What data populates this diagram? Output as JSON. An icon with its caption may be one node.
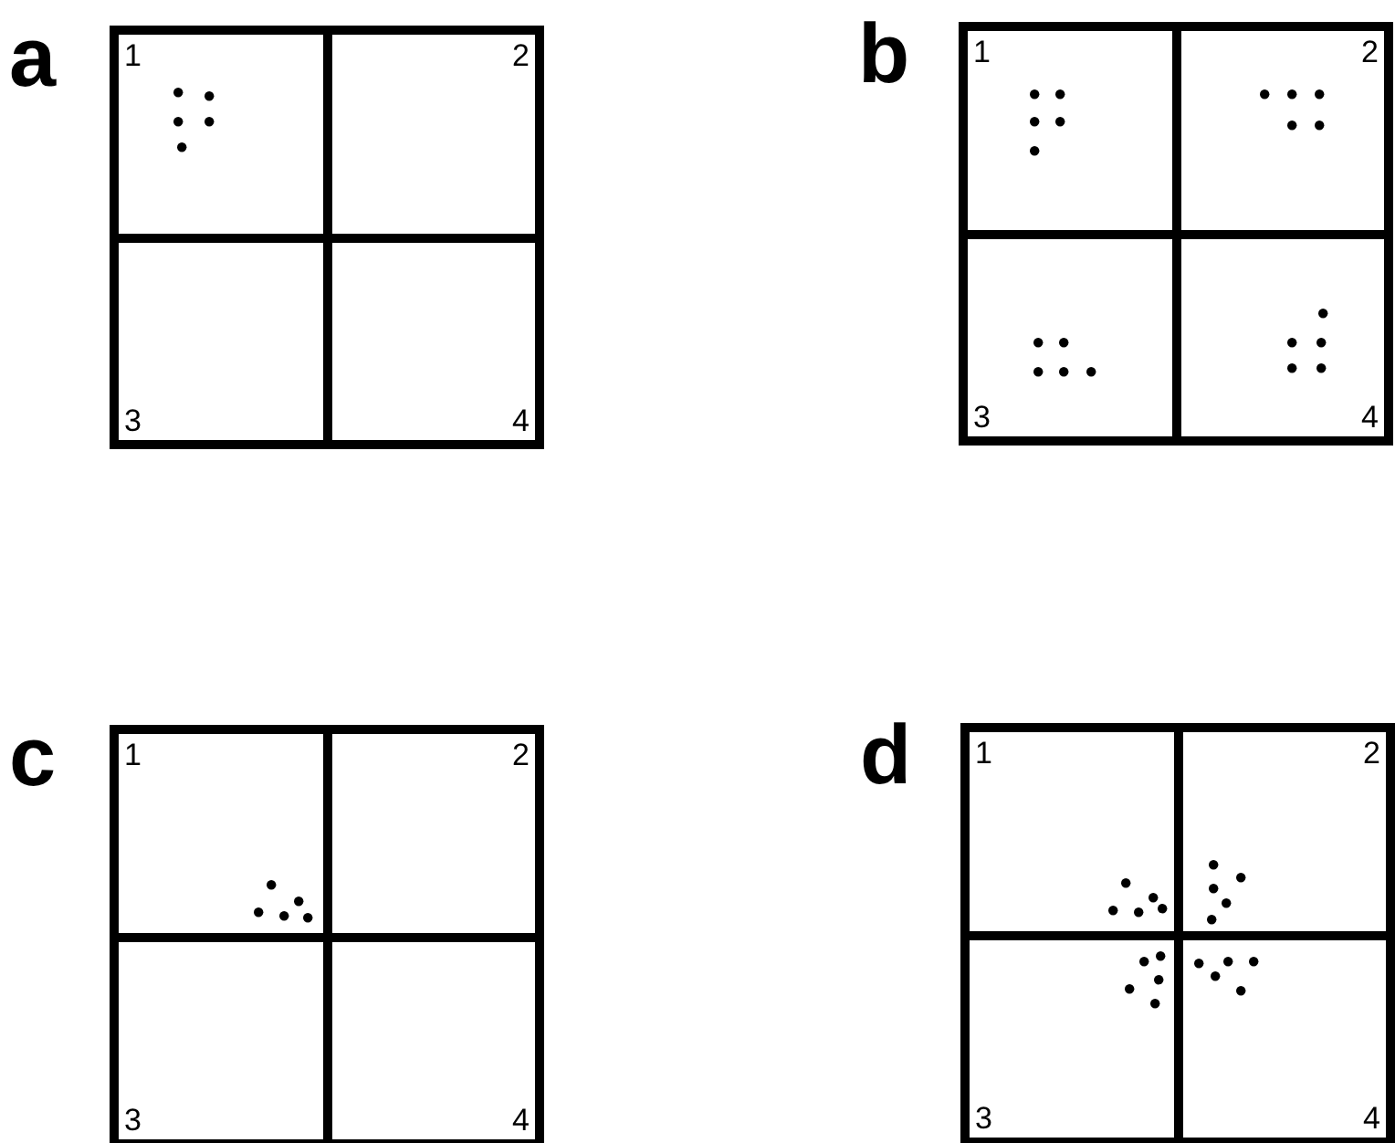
{
  "diagram": {
    "nodes": [
      {
        "text": [
          "a"
        ]
      },
      {
        "text": [
          "1"
        ],
        "in": 0
      },
      {
        "text": [
          "2"
        ],
        "in": 0
      },
      {
        "text": [
          "3"
        ],
        "in": 0
      },
      {
        "text": [
          "4"
        ],
        "in": 0
      },
      {
        "text": [
          "b"
        ]
      },
      {
        "text": [
          "1"
        ],
        "in": 5
      },
      {
        "text": [
          "2"
        ],
        "in": 5
      },
      {
        "text": [
          "3"
        ],
        "in": 5
      },
      {
        "text": [
          "4"
        ],
        "in": 5
      },
      {
        "text": [
          "c"
        ]
      },
      {
        "text": [
          "1"
        ],
        "in": 10
      },
      {
        "text": [
          "2"
        ],
        "in": 10
      },
      {
        "text": [
          "3"
        ],
        "in": 10
      },
      {
        "text": [
          "4"
        ],
        "in": 10
      },
      {
        "text": [
          "d"
        ]
      },
      {
        "text": [
          "1"
        ],
        "in": 15
      },
      {
        "text": [
          "2"
        ],
        "in": 15
      },
      {
        "text": [
          "3"
        ],
        "in": 15
      },
      {
        "text": [
          "4"
        ],
        "in": 15
      }
    ]
  }
}
